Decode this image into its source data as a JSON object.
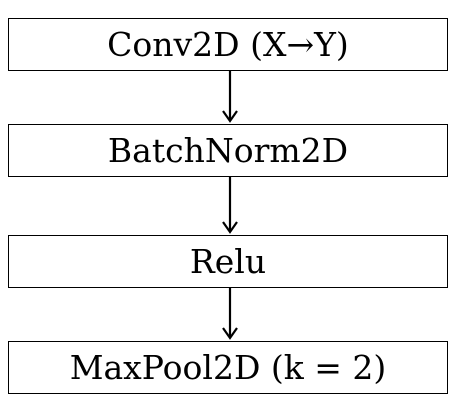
{
  "diagram": {
    "blocks": [
      {
        "label": "Conv2D (X→Y)"
      },
      {
        "label": "BatchNorm2D"
      },
      {
        "label": "Relu"
      },
      {
        "label": "MaxPool2D (k = 2)"
      }
    ],
    "colors": {
      "stroke": "#000000",
      "background": "#ffffff"
    }
  }
}
